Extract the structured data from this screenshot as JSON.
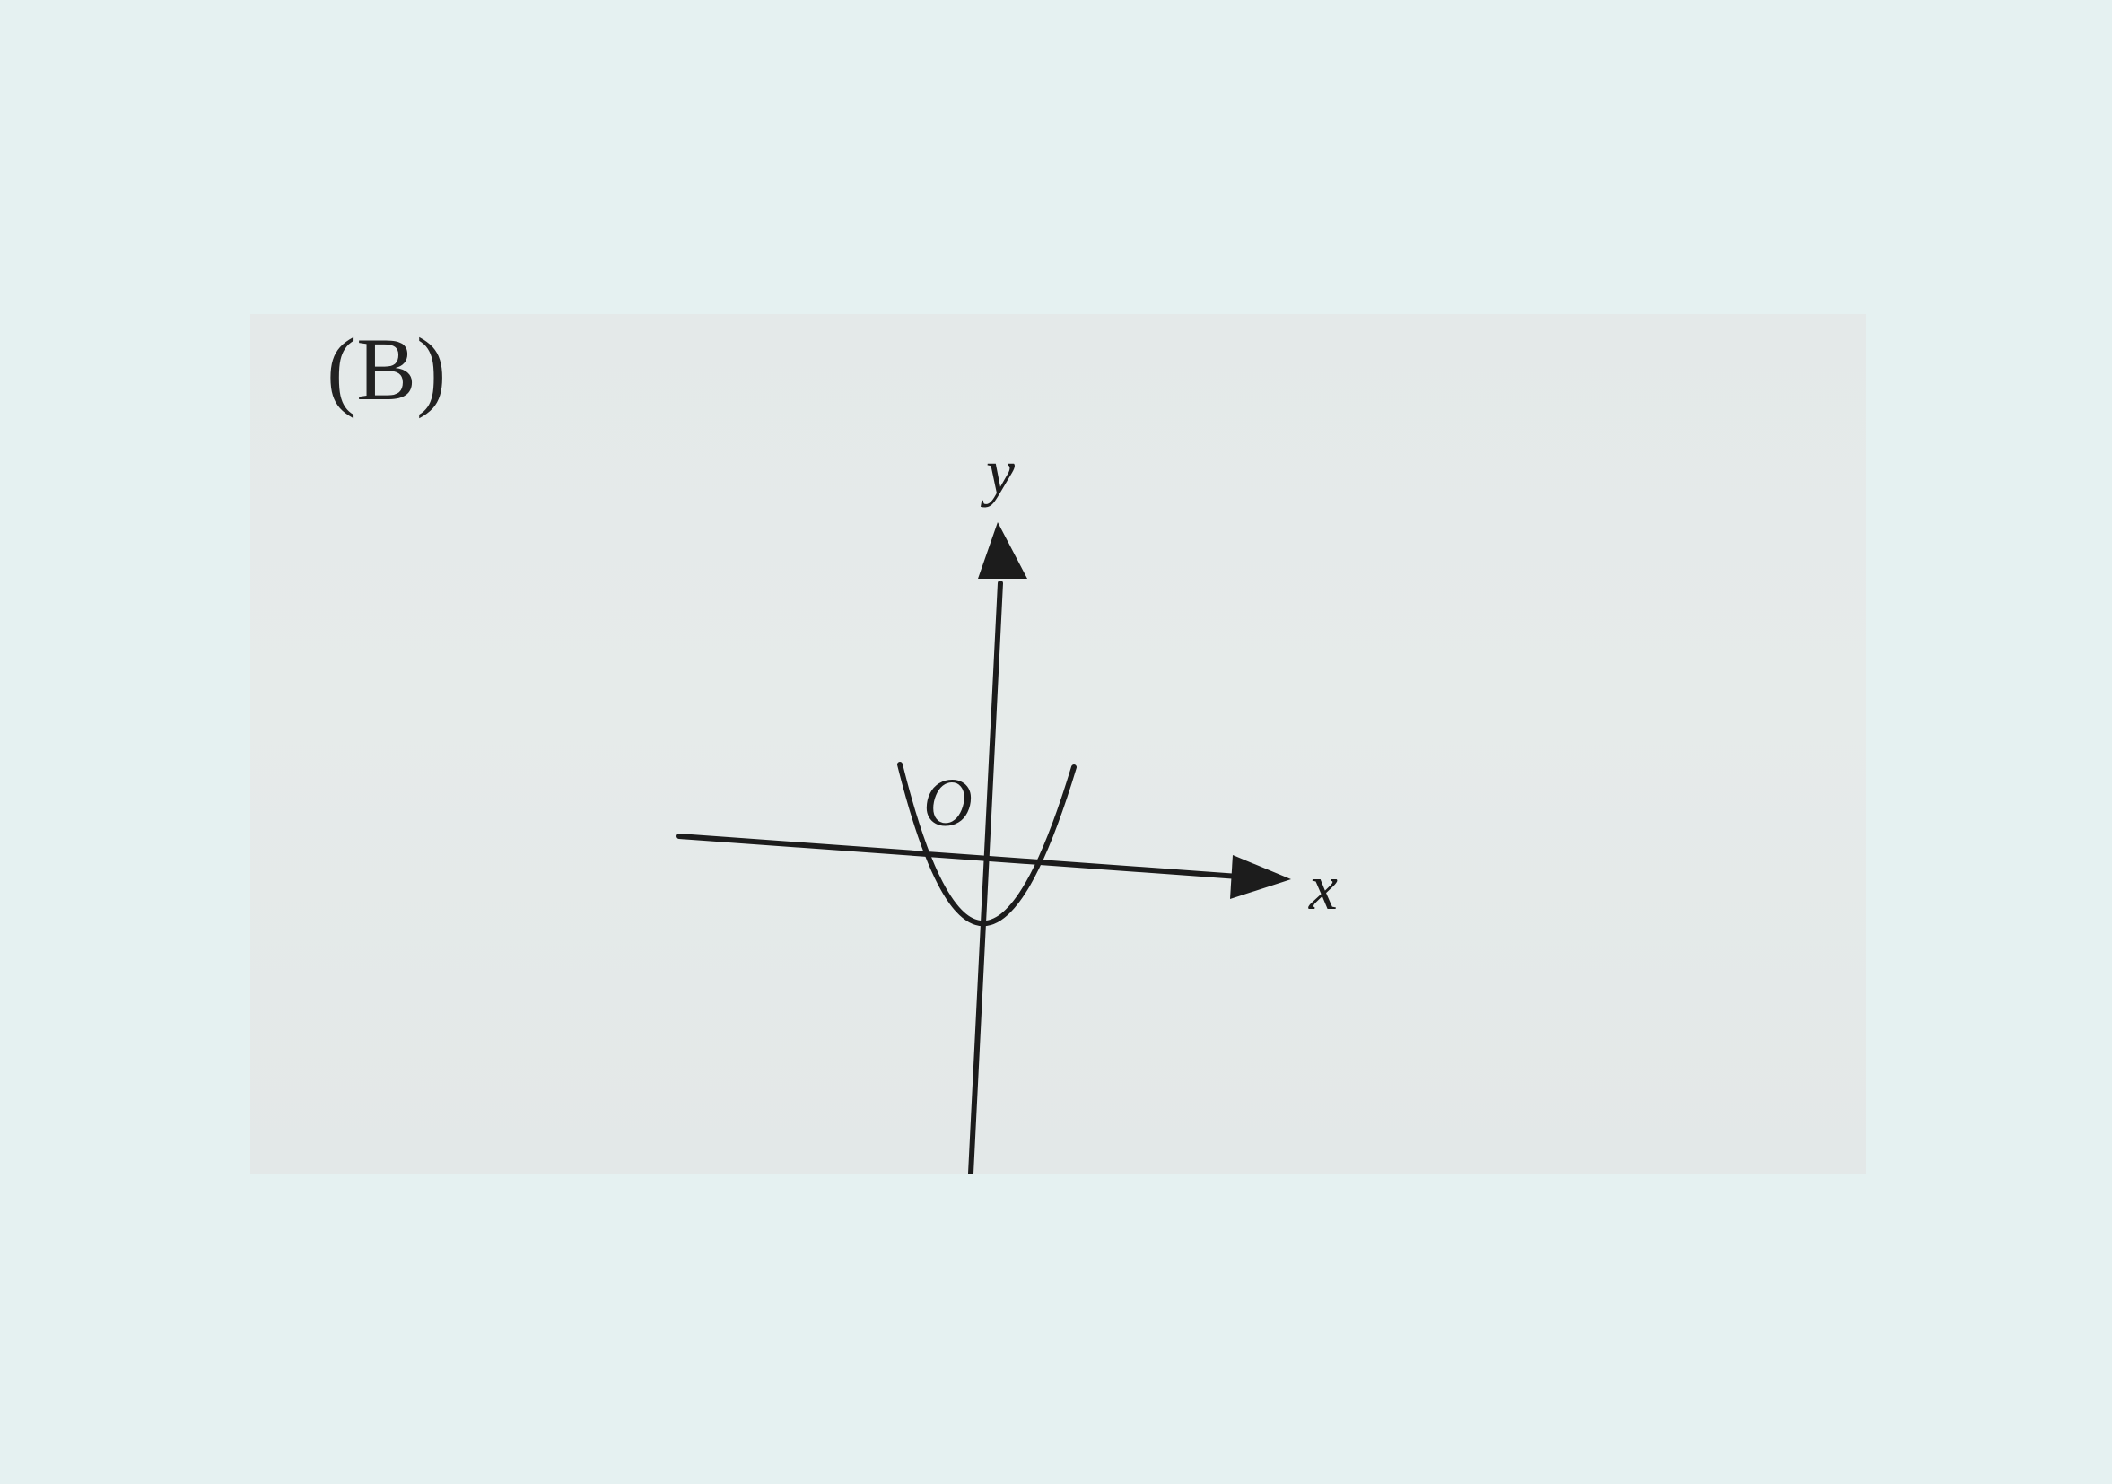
{
  "figure": {
    "option_label": "(B)",
    "x_axis_label": "x",
    "y_axis_label": "y",
    "origin_label": "O",
    "ink_color": "#1c1c1c",
    "paper_color": "#e5eaea",
    "border_color": "#e5f1f1"
  }
}
